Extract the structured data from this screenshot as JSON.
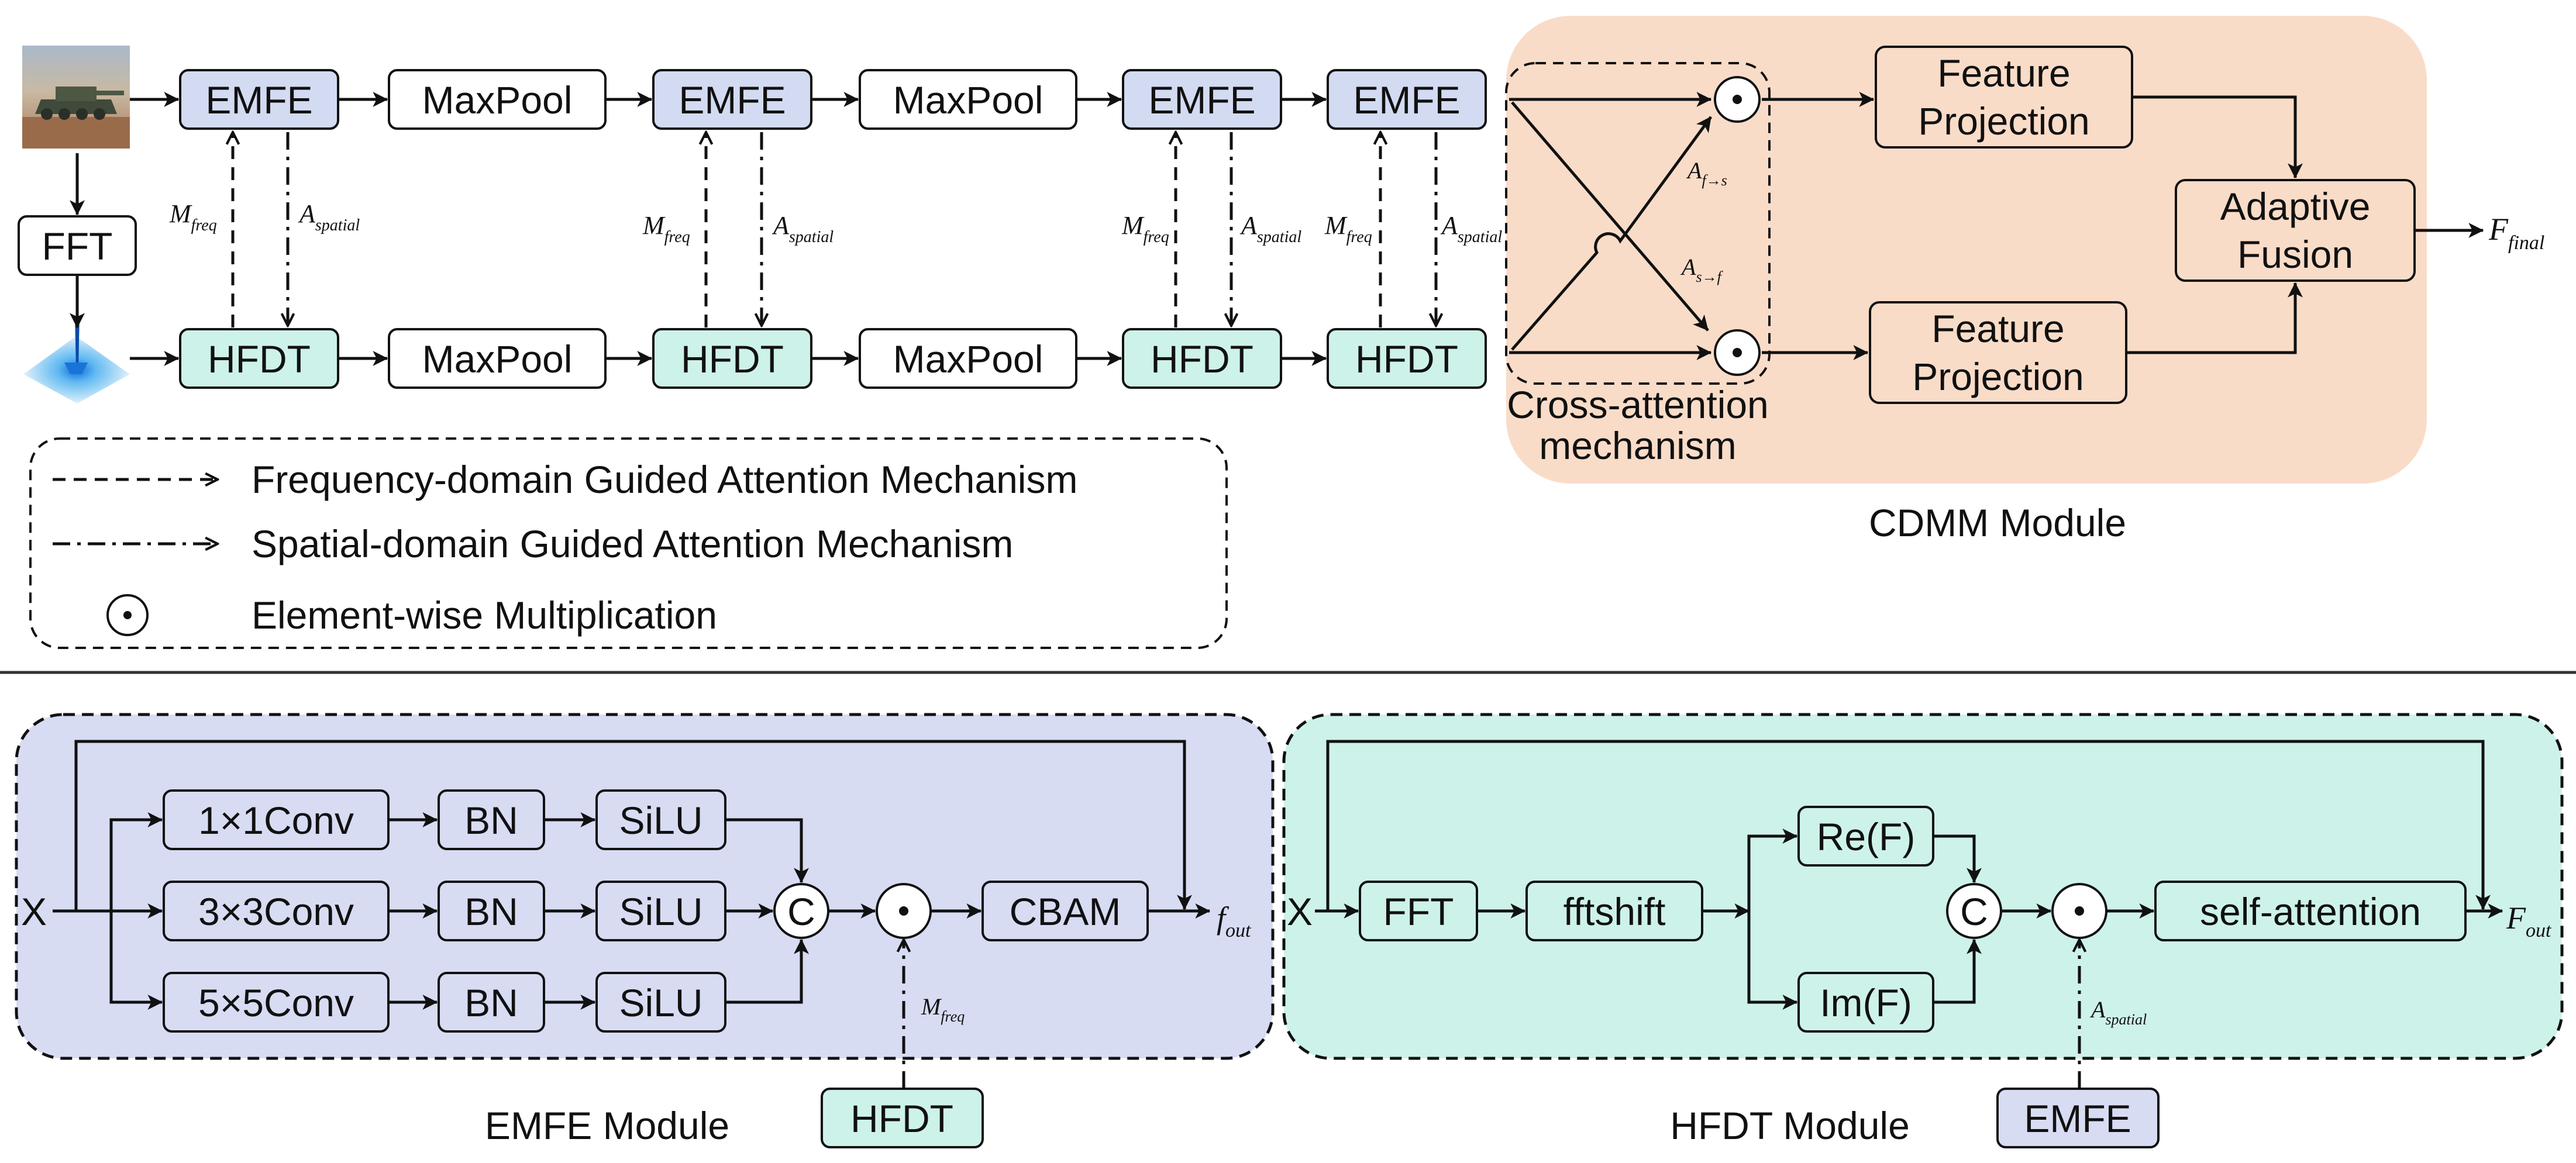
{
  "nodes": {
    "emfe": "EMFE",
    "hfdt": "HFDT",
    "maxpool": "MaxPool",
    "fft": "FFT",
    "feature_projection_1": "Feature",
    "feature_projection_2": "Projection",
    "adaptive_fusion_1": "Adaptive",
    "adaptive_fusion_2": "Fusion",
    "cross_attention_1": "Cross-attention",
    "cross_attention_2": "mechanism",
    "cdmm_module": "CDMM Module"
  },
  "symbols": {
    "m_freq": "M",
    "m_freq_sub": "freq",
    "a_spatial": "A",
    "a_spatial_sub": "spatial",
    "a_f_to_s": "A",
    "a_f_to_s_sub": "f→s",
    "a_s_to_f": "A",
    "a_s_to_f_sub": "s→f",
    "f_final": "F",
    "f_final_sub": "final",
    "f_out_emfe": "f",
    "f_out_hfdt": "F",
    "out_sub": "out",
    "x": "X",
    "concat": "C"
  },
  "legend": {
    "frequency": "Frequency-domain Guided Attention Mechanism",
    "spatial": "Spatial-domain Guided Attention Mechanism",
    "multiplication": "Element-wise Multiplication"
  },
  "emfe_module": {
    "title": "EMFE Module",
    "conv1": "1×1Conv",
    "conv3": "3×3Conv",
    "conv5": "5×5Conv",
    "bn": "BN",
    "silu": "SiLU",
    "cbam": "CBAM",
    "guide": "HFDT"
  },
  "hfdt_module": {
    "title": "HFDT Module",
    "fft": "FFT",
    "fftshift": "fftshift",
    "re": "Re(F)",
    "im": "Im(F)",
    "self_attention": "self-attention",
    "guide": "EMFE"
  },
  "colors": {
    "emfe_fill": "#d3dbf2",
    "hfdt_fill": "#cdf2ea",
    "cdmm_fill": "#f9dcc8",
    "emfe_panel": "#d7dcf3",
    "hfdt_panel": "#cdf2ea"
  }
}
